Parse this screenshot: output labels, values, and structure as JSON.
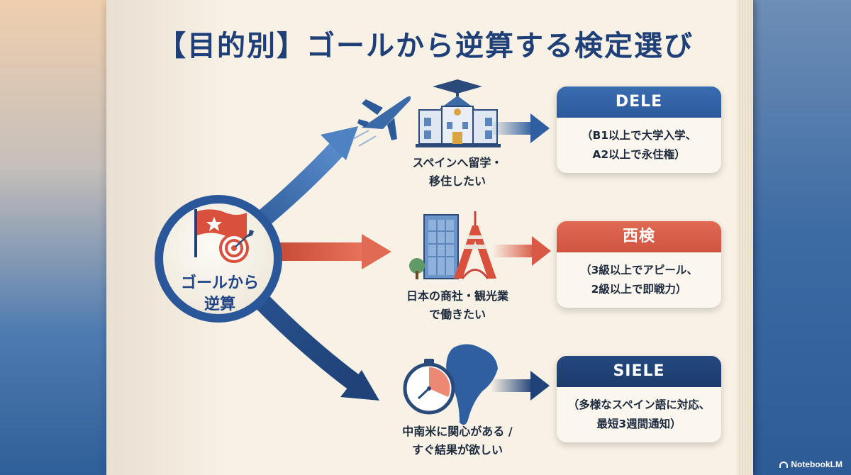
{
  "title": "【目的別】ゴールから逆算する検定選び",
  "hub": {
    "label_line1": "ゴールから",
    "label_line2": "逆算",
    "icons": [
      "flag-icon",
      "target-icon"
    ]
  },
  "branches": [
    {
      "caption_line1": "スペインへ留学・",
      "caption_line2": "移住したい",
      "icons": [
        "airplane-icon",
        "university-icon"
      ],
      "card": {
        "header": "DELE",
        "line1": "（B1以上で大学入学、",
        "line2": "A2以上で永住権）",
        "color": "#2f5fa0"
      }
    },
    {
      "caption_line1": "日本の商社・観光業",
      "caption_line2": "で働きたい",
      "icons": [
        "office-building-icon",
        "tokyo-tower-icon"
      ],
      "card": {
        "header": "西検",
        "line1": "（3級以上でアピール、",
        "line2": "2級以上で即戦力）",
        "color": "#d85a45"
      }
    },
    {
      "caption_line1": "中南米に関心がある /",
      "caption_line2": "すぐ結果が欲しい",
      "icons": [
        "stopwatch-icon",
        "south-america-map-icon"
      ],
      "card": {
        "header": "SIELE",
        "line1": "（多様なスペイン語に対応、",
        "line2": "最短3週間通知）",
        "color": "#1f4278"
      }
    }
  ],
  "watermark": "NotebookLM",
  "colors": {
    "title": "#1f3f78",
    "blue_arrow": "#2f5fa0",
    "red_arrow": "#d85a45",
    "navy_arrow": "#1f4278",
    "paper": "#f8f1e5"
  }
}
